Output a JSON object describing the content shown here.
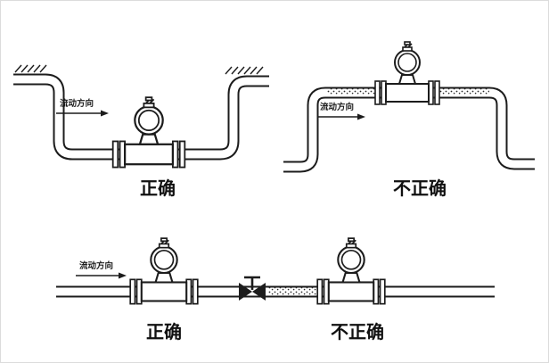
{
  "labels": {
    "flow_direction": "流动方向",
    "correct": "正确",
    "incorrect": "不正确"
  },
  "scenes": {
    "low_point": {
      "description": "flowmeter installed at low point of pipe dip",
      "flow_direction": "流动方向",
      "verdict": "正确"
    },
    "high_point": {
      "description": "flowmeter installed at high point where gas accumulates",
      "flow_direction": "流动方向",
      "verdict": "不正确"
    },
    "valve_line": {
      "description": "flowmeter upstream of valve is correct, downstream of valve is incorrect",
      "flow_direction": "流动方向",
      "verdict_upstream": "正确",
      "verdict_downstream": "不正确"
    }
  },
  "icons": {
    "flowmeter": "turbine-flowmeter-icon",
    "valve": "valve-icon",
    "flow_arrow": "flow-arrow-icon",
    "gas_bubbles": "gas-bubbles-stipple",
    "wall_hatch": "wall-hatch-marks"
  },
  "colors": {
    "line": "#1c1c1c",
    "background": "#ffffff"
  }
}
